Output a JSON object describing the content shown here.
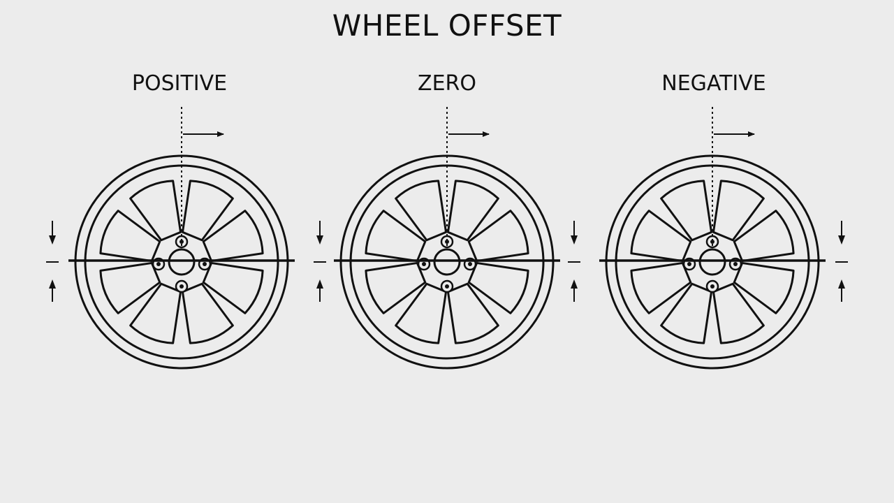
{
  "title": "WHEEL OFFSET",
  "panels": [
    {
      "label": "POSITIVE"
    },
    {
      "label": "ZERO"
    },
    {
      "label": "NEGATIVE"
    }
  ]
}
